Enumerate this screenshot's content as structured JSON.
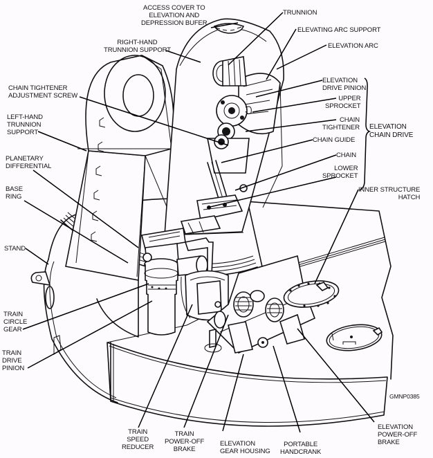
{
  "figure": {
    "id_code": "GMNP0385",
    "title": "Gun mount elevation and train drive components"
  },
  "labels": {
    "access_cover": "ACCESS COVER TO\nELEVATION AND\nDEPRESSION BUFER",
    "trunnion": "TRUNNION",
    "elevating_arc_support": "ELEVATING ARC SUPPORT",
    "elevation_arc": "ELEVATION ARC",
    "right_hand_trunnion_support": "RIGHT-HAND\nTRUNNION SUPPORT",
    "chain_tightener_adjustment_screw": "CHAIN TIGHTENER\nADJUSTMENT SCREW",
    "left_hand_trunnion_support": "LEFT-HAND\nTRUNNION\nSUPPORT",
    "planetary_differential": "PLANETARY\nDIFFERENTIAL",
    "base_ring": "BASE\nRING",
    "stand": "STAND",
    "train_circle_gear": "TRAIN\nCIRCLE\nGEAR",
    "train_drive_pinion": "TRAIN\nDRIVE\nPINION",
    "elevation_drive_pinion": "ELEVATION\nDRIVE PINION",
    "upper_sprocket": "UPPER\nSPROCKET",
    "chain_tightener": "CHAIN\nTIGHTENER",
    "chain_guide": "CHAIN GUIDE",
    "chain": "CHAIN",
    "lower_sprocket": "LOWER\nSPROCKET",
    "elevation_chain_drive": "ELEVATION\nCHAIN DRIVE",
    "inner_structure_hatch": "INNER STRUCTURE\nHATCH",
    "train_speed_reducer": "TRAIN\nSPEED\nREDUCER",
    "train_power_off_brake": "TRAIN\nPOWER-OFF\nBRAKE",
    "elevation_gear_housing": "ELEVATION\nGEAR HOUSING",
    "portable_handcrank": "PORTABLE\nHANDCRANK",
    "elevation_power_off_brake": "ELEVATION\nPOWER-OFF\nBRAKE"
  }
}
